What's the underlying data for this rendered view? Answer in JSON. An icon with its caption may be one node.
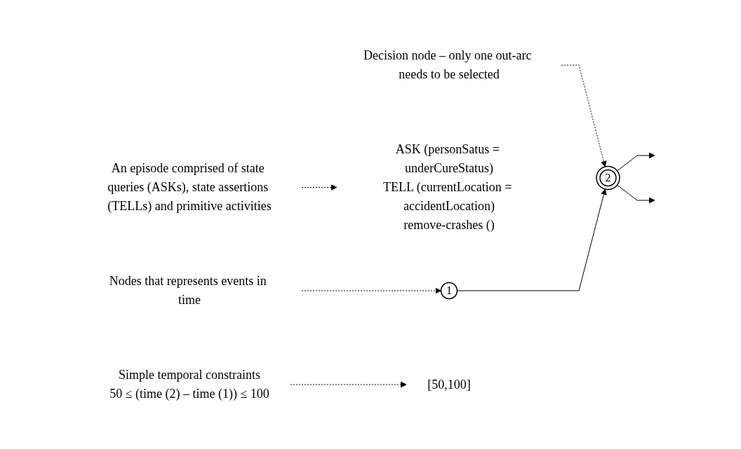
{
  "diagram": {
    "nodes": [
      {
        "text": [
          "An episode comprised of state queries (ASKs), state assertions (TELLs) and primitive activities"
        ]
      },
      {
        "text": [
          "Nodes that represents events in time"
        ]
      },
      {
        "text": [
          "Decision node – only one out-arc needs to be selected"
        ]
      },
      {
        "text": [
          "ASK (personSatus = underCureStatus)",
          "TELL (currentLocation = accidentLocation)",
          "remove-crashes ()"
        ]
      },
      {
        "text": [
          "1"
        ]
      },
      {
        "text": [
          "2"
        ]
      },
      {
        "text": [
          "[50,100]"
        ]
      },
      {
        "text": [
          "Simple temporal constraints",
          "50 ≤ (time (2) – time (1)) ≤ 100"
        ]
      }
    ],
    "edges": [
      {
        "from": 0,
        "to": 3,
        "arrow": "to",
        "style": "dashed"
      },
      {
        "from": 1,
        "to": 4,
        "arrow": "to",
        "style": "dashed"
      },
      {
        "from": 2,
        "to": 5,
        "arrow": "to",
        "style": "dashed"
      },
      {
        "from": 7,
        "to": 6,
        "arrow": "to",
        "style": "dashed"
      },
      {
        "from": 4,
        "to": 5,
        "arrow": "to"
      },
      {
        "from": 5,
        "to": null,
        "arrow": "to"
      },
      {
        "from": 5,
        "to": null,
        "arrow": "to"
      }
    ]
  }
}
